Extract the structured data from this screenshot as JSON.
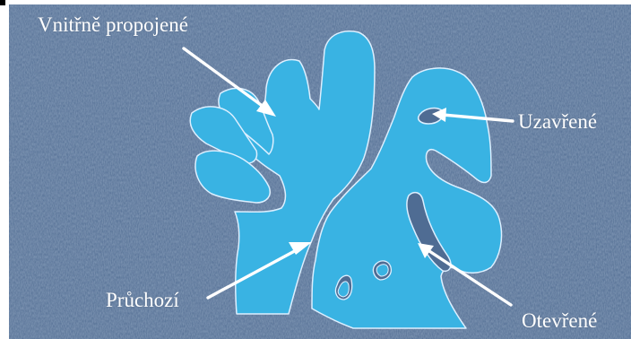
{
  "colors": {
    "background": "#4f6c93",
    "material_fill": "#39b3e3",
    "outline": "#dcefff",
    "arrow": "#ffffff"
  },
  "labels": {
    "interconnected": "Vnitřně propojené",
    "closed": "Uzavřené",
    "through": "Průchozí",
    "open": "Otevřené"
  }
}
